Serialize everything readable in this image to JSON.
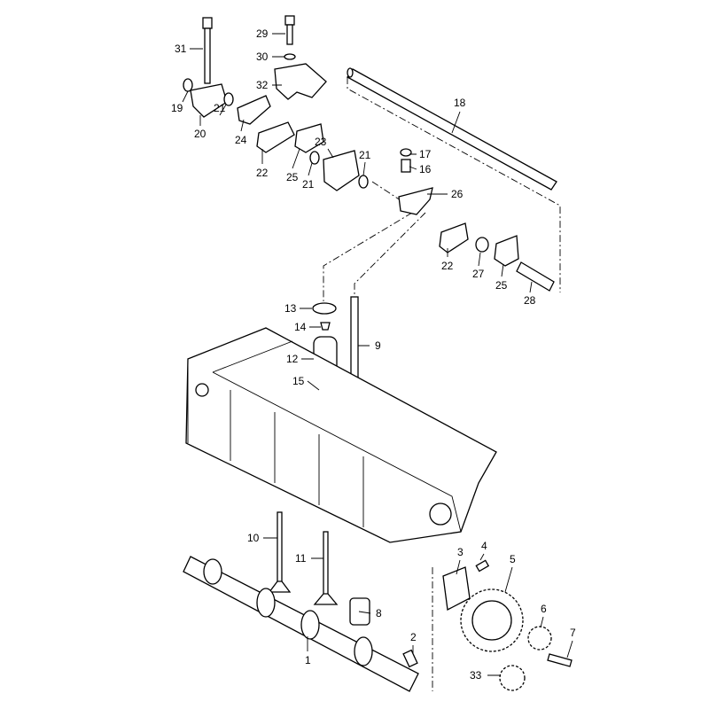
{
  "diagram": {
    "type": "exploded parts diagram",
    "callouts": [
      "31",
      "29",
      "30",
      "32",
      "19",
      "20",
      "21",
      "24",
      "22",
      "25",
      "21",
      "23",
      "21",
      "17",
      "16",
      "18",
      "26",
      "22",
      "27",
      "25",
      "28",
      "13",
      "14",
      "12",
      "9",
      "15",
      "10",
      "11",
      "8",
      "3",
      "4",
      "5",
      "6",
      "7",
      "2",
      "1",
      "33"
    ]
  }
}
